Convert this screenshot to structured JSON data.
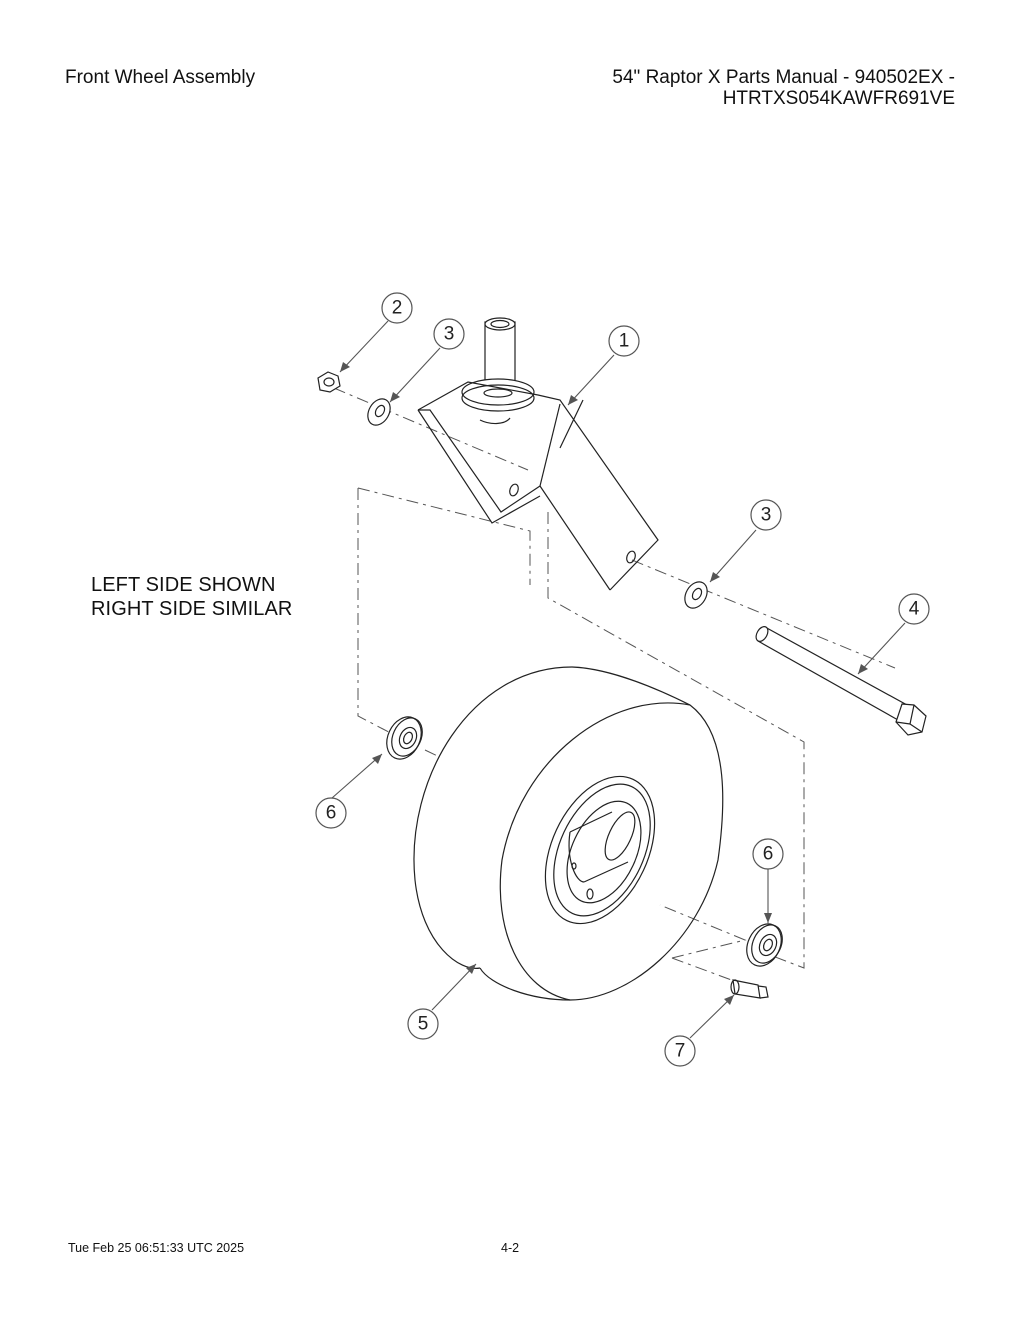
{
  "header": {
    "section_title": "Front Wheel Assembly",
    "manual_line1": "54\" Raptor X Parts Manual - 940502EX -",
    "manual_line2": "HTRTXS054KAWFR691VE"
  },
  "diagram": {
    "note_line1": "LEFT SIDE SHOWN",
    "note_line2": "RIGHT SIDE SIMILAR",
    "callouts": [
      "1",
      "2",
      "3",
      "3",
      "4",
      "5",
      "6",
      "6",
      "7"
    ]
  },
  "footer": {
    "timestamp": "Tue Feb 25 06:51:33 UTC 2025",
    "page_number": "4-2"
  }
}
